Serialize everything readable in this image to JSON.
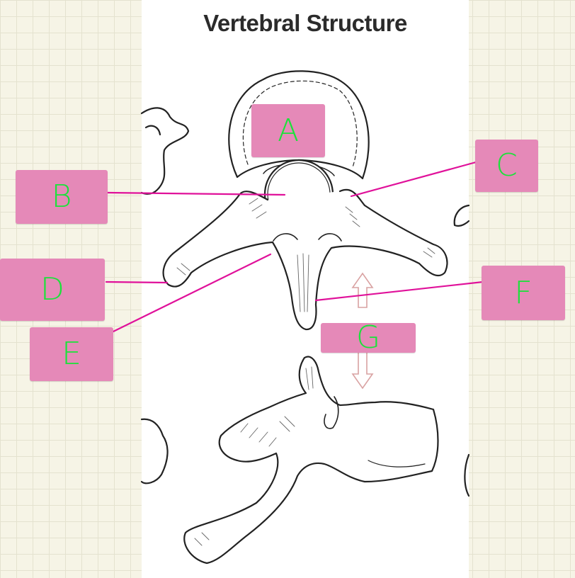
{
  "diagram": {
    "title": "Vertebral Structure",
    "colors": {
      "label_fill": "#e589b8",
      "label_text": "#1be23a",
      "leader_line": "#e0119a",
      "bone_outline": "#222222",
      "arrow_outline": "#d9a2a2"
    },
    "labels": [
      {
        "id": "A",
        "text": "A"
      },
      {
        "id": "B",
        "text": "B"
      },
      {
        "id": "C",
        "text": "C"
      },
      {
        "id": "D",
        "text": "D"
      },
      {
        "id": "E",
        "text": "E"
      },
      {
        "id": "F",
        "text": "F"
      },
      {
        "id": "G",
        "text": "G"
      }
    ]
  }
}
